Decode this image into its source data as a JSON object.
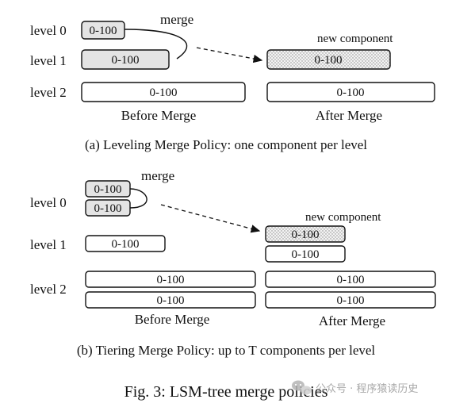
{
  "panel_a": {
    "labels": {
      "level0": "level 0",
      "level1": "level 1",
      "level2": "level 2"
    },
    "merge_label": "merge",
    "new_component_label": "new component",
    "before": {
      "l0": "0-100",
      "l1": "0-100",
      "l2": "0-100",
      "caption": "Before Merge"
    },
    "after": {
      "new_box": "0-100",
      "l2": "0-100",
      "caption": "After Merge"
    },
    "caption": "(a) Leveling Merge Policy: one component per level"
  },
  "panel_b": {
    "labels": {
      "level0": "level 0",
      "level1": "level 1",
      "level2": "level 2"
    },
    "merge_label": "merge",
    "new_component_label": "new component",
    "before": {
      "l0_top": "0-100",
      "l0_bottom": "0-100",
      "l1": "0-100",
      "l2_top": "0-100",
      "l2_bottom": "0-100",
      "caption": "Before Merge"
    },
    "after": {
      "l1_new": "0-100",
      "l1_old": "0-100",
      "l2_top": "0-100",
      "l2_bottom": "0-100",
      "caption": "After Merge"
    },
    "caption": "(b) Tiering Merge Policy: up to T components per level"
  },
  "figure_caption": "Fig. 3: LSM-tree merge policies",
  "watermark": {
    "text": "公众号 · 程序猿读历史",
    "icon": "wechat-icon"
  },
  "colors": {
    "stroke": "#111111",
    "gray_fill": "#e4e4e4",
    "dot": "#9a9a9a",
    "watermark": "#9a9a9a"
  }
}
